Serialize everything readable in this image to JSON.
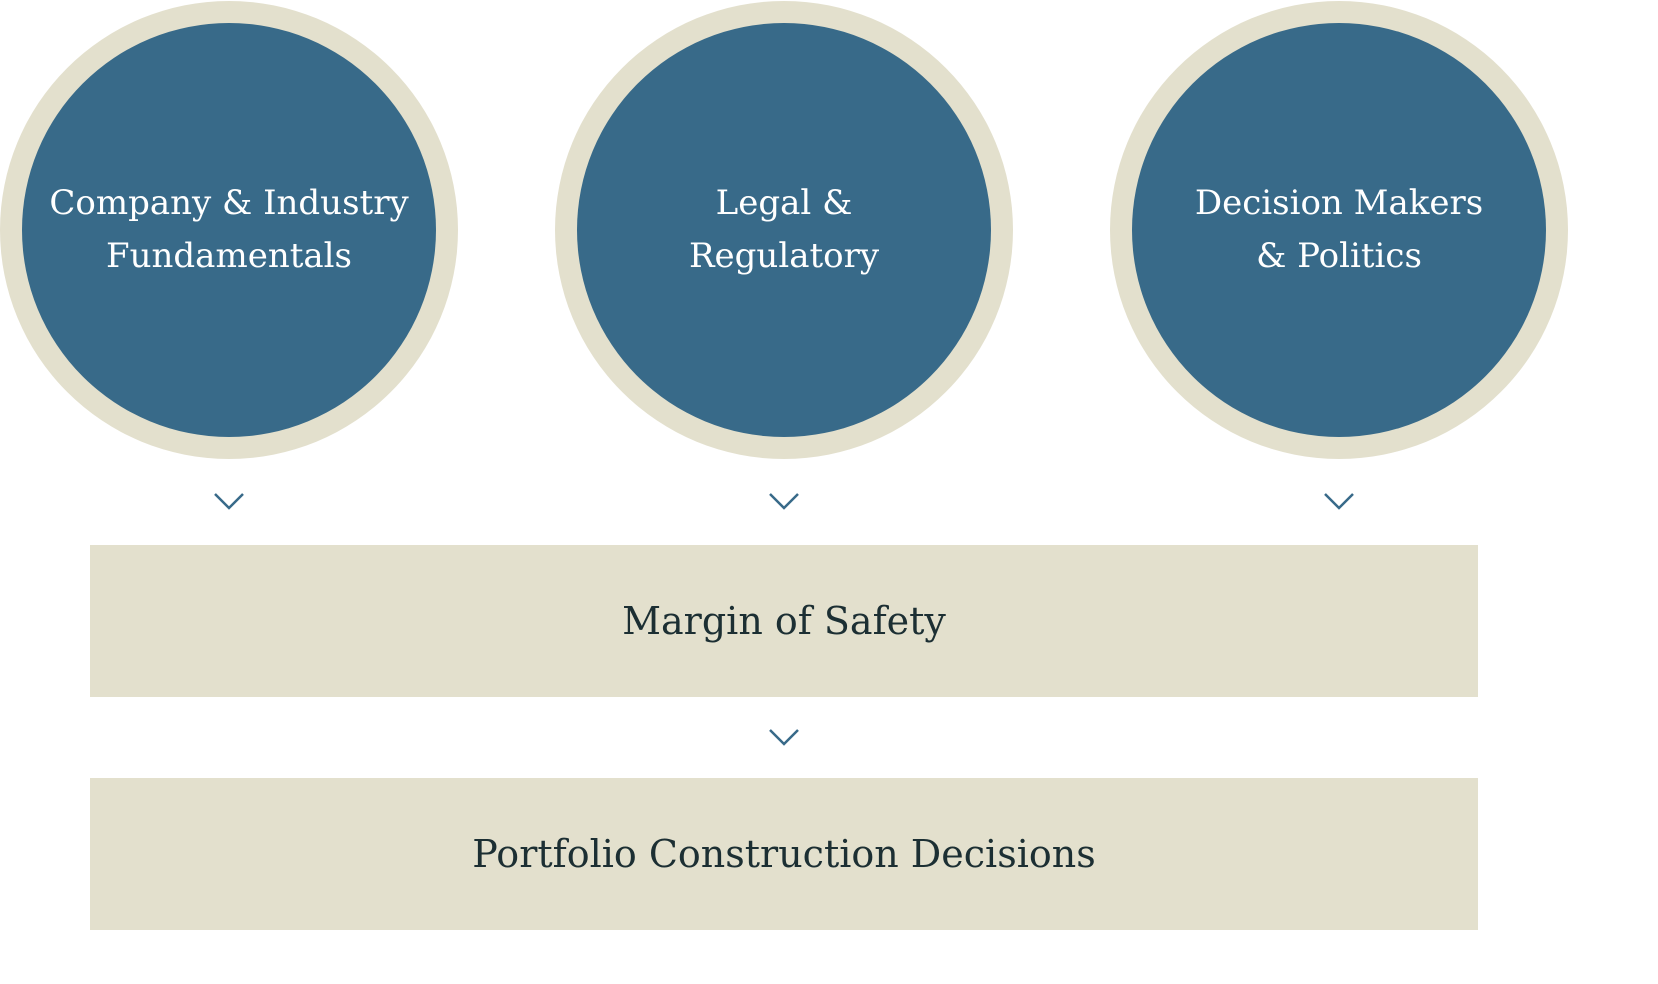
{
  "colors": {
    "circle_fill": "#386a89",
    "circle_ring": "#e3e0cd",
    "box_fill": "#e3e0cd",
    "box_text": "#1c2f33",
    "arrow": "#386a89"
  },
  "circles": [
    {
      "line1": "Company & Industry",
      "line2": "Fundamentals"
    },
    {
      "line1": "Legal &",
      "line2": "Regulatory"
    },
    {
      "line1": "Decision Makers",
      "line2": "& Politics"
    }
  ],
  "boxes": {
    "margin_of_safety": "Margin of Safety",
    "portfolio_construction": "Portfolio Construction Decisions"
  },
  "icons": {
    "arrow": "chevron-down-icon"
  }
}
